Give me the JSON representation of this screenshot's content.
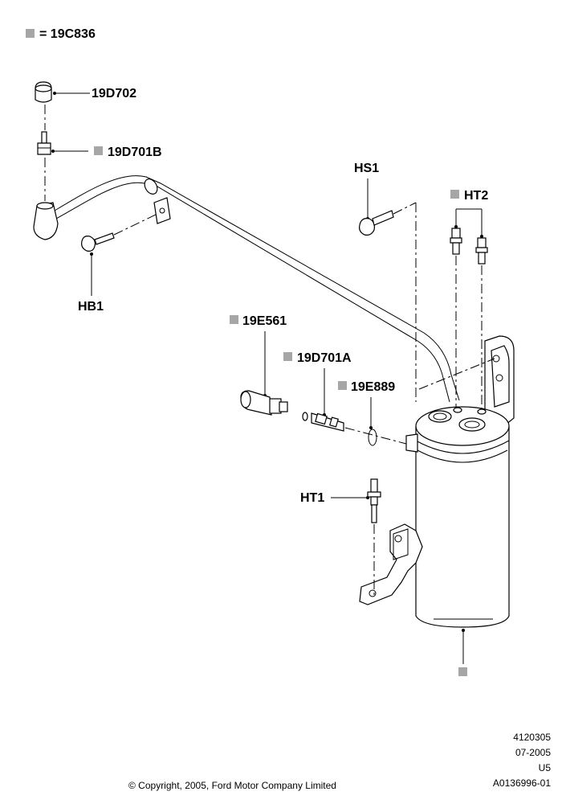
{
  "legend": {
    "marker_color": "#a6a6a6",
    "text": "= 19C836"
  },
  "callouts": {
    "c19D702": "19D702",
    "c19D701B": "19D701B",
    "cHS1": "HS1",
    "cHT2": "HT2",
    "cHB1": "HB1",
    "c19E561": "19E561",
    "c19D701A": "19D701A",
    "c19E889": "19E889",
    "cHT1": "HT1"
  },
  "footer": {
    "code1": "4120305",
    "code2": "07-2005",
    "code3": "U5",
    "code4": "A0136996-01",
    "copyright": "© Copyright, 2005, Ford Motor Company Limited"
  }
}
